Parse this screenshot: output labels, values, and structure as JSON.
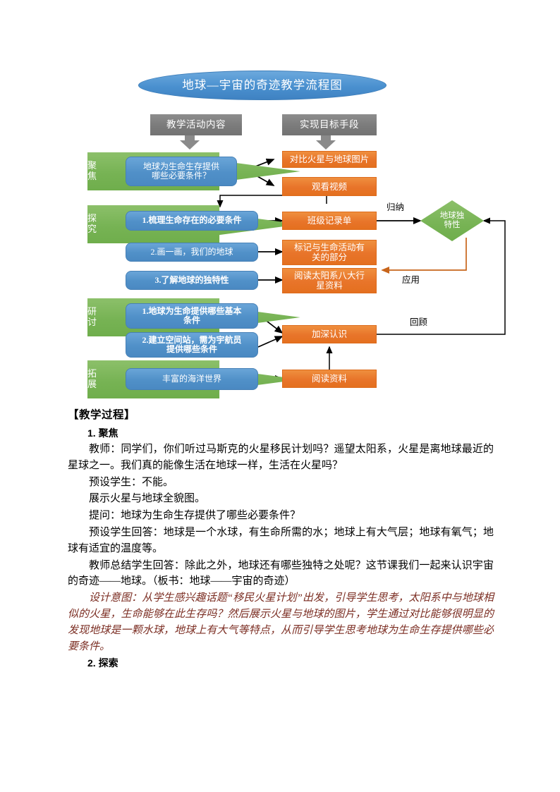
{
  "flowchart": {
    "title": "地球—宇宙的奇迹教学流程图",
    "headers": {
      "left": "教学活动内容",
      "right": "实现目标手段"
    },
    "stages": [
      {
        "id": "focus",
        "label_line1": "聚",
        "label_line2": "焦"
      },
      {
        "id": "inquiry",
        "label_line1": "探",
        "label_line2": "究"
      },
      {
        "id": "discuss",
        "label_line1": "研",
        "label_line2": "讨"
      },
      {
        "id": "extend",
        "label_line1": "拓",
        "label_line2": "展"
      }
    ],
    "activity_boxes": [
      {
        "id": "a1",
        "line1": "地球为生命生存提供",
        "line2": "哪些必要条件？",
        "bold": false
      },
      {
        "id": "a2",
        "line1": "1.梳理生命存在的必要条件",
        "line2": "",
        "bold": true
      },
      {
        "id": "a3",
        "line1": "2.画一画，我们的地球",
        "line2": "",
        "bold": false
      },
      {
        "id": "a4",
        "line1": "3.了解地球的独特性",
        "line2": "",
        "bold": false
      },
      {
        "id": "a5",
        "line1": "1.地球为生命提供哪些基本",
        "line2": "条件",
        "bold": true
      },
      {
        "id": "a6",
        "line1": "2.建立空间站，需为宇航员",
        "line2": "提供哪些条件",
        "bold": false
      },
      {
        "id": "a7",
        "line1": "丰富的海洋世界",
        "line2": "",
        "bold": false
      }
    ],
    "means_boxes": [
      {
        "id": "m1",
        "line1": "对比火星与地球图片",
        "line2": ""
      },
      {
        "id": "m2",
        "line1": "观看视频",
        "line2": ""
      },
      {
        "id": "m3",
        "line1": "班级记录单",
        "line2": ""
      },
      {
        "id": "m4",
        "line1": "标记与生命活动有",
        "line2": "关的部分"
      },
      {
        "id": "m5",
        "line1": "阅读太阳系八大行",
        "line2": "星资料"
      },
      {
        "id": "m6",
        "line1": "加深认识",
        "line2": ""
      },
      {
        "id": "m7",
        "line1": "阅读资料",
        "line2": ""
      }
    ],
    "decision": {
      "line1": "地球独",
      "line2": "特性"
    },
    "edge_labels": {
      "induce": "归纳",
      "apply": "应用",
      "review": "回顾"
    },
    "colors": {
      "title_blue": "#4a90cf",
      "header_grey": "#7b7b7b",
      "activity_blue": "#5090c8",
      "means_orange": "#e8742a",
      "stage_green": "#77b354",
      "apply_arrow": "#c8651b"
    }
  },
  "document": {
    "section_title": "【教学过程】",
    "subsection_1": "1. 聚焦",
    "paragraphs": [
      "教师：同学们，你们听过马斯克的火星移民计划吗？遥望太阳系，火星是离地球最近的星球之一。我们真的能像生活在地球一样，生活在火星吗？",
      "预设学生：不能。",
      "展示火星与地球全貌图。",
      "提问：地球为生命生存提供了哪些必要条件？",
      "预设学生回答：地球是一个水球，有生命所需的水；地球上有大气层；地球有氧气；地球有适宜的温度等。",
      "教师总结学生回答：除此之外，地球还有哪些独特之处呢？这节课我们一起来认识宇宙的奇迹——地球。（板书：地球——宇宙的奇迹）"
    ],
    "design_intent": "设计意图：从学生感兴趣话题“移民火星计划”出发，引导学生思考，太阳系中与地球相似的火星，生命能够在此生存吗？然后展示火星与地球的图片，学生通过对比能够很明显的发现地球是一颗水球，地球上有大气等特点，从而引导学生思考地球为生命生存提供哪些必要条件。",
    "subsection_2": "2. 探索"
  }
}
